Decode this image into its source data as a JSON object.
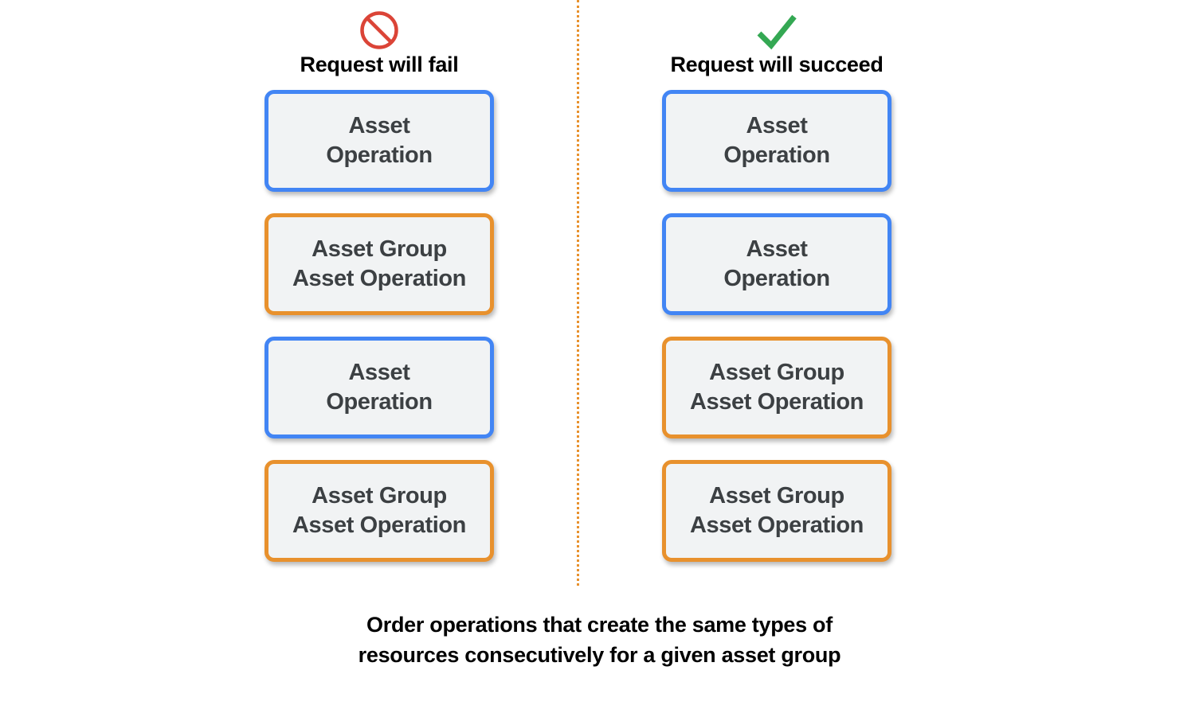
{
  "divider": {
    "style": "dotted",
    "color": "#E8912D"
  },
  "colors": {
    "card_fill": "#F1F3F4",
    "card_text": "#3C4043",
    "blue_border": "#4285F4",
    "orange_border": "#E8912D",
    "fail_icon": "#DB4437",
    "succeed_icon": "#34A853",
    "caption_text": "#000000",
    "background": "#FFFFFF"
  },
  "columns": [
    {
      "id": "fail",
      "icon": "prohibited-icon",
      "icon_color": "#DB4437",
      "title": "Request will fail",
      "cards": [
        {
          "label": "Asset\nOperation",
          "type": "asset-operation",
          "border": "blue"
        },
        {
          "label": "Asset Group\nAsset Operation",
          "type": "asset-group-asset-operation",
          "border": "orange"
        },
        {
          "label": "Asset\nOperation",
          "type": "asset-operation",
          "border": "blue"
        },
        {
          "label": "Asset Group\nAsset Operation",
          "type": "asset-group-asset-operation",
          "border": "orange"
        }
      ]
    },
    {
      "id": "succeed",
      "icon": "checkmark-icon",
      "icon_color": "#34A853",
      "title": "Request will succeed",
      "cards": [
        {
          "label": "Asset\nOperation",
          "type": "asset-operation",
          "border": "blue"
        },
        {
          "label": "Asset\nOperation",
          "type": "asset-operation",
          "border": "blue"
        },
        {
          "label": "Asset Group\nAsset Operation",
          "type": "asset-group-asset-operation",
          "border": "orange"
        },
        {
          "label": "Asset Group\nAsset Operation",
          "type": "asset-group-asset-operation",
          "border": "orange"
        }
      ]
    }
  ],
  "caption": "Order operations that create the same types of\nresources consecutively for a given asset group"
}
